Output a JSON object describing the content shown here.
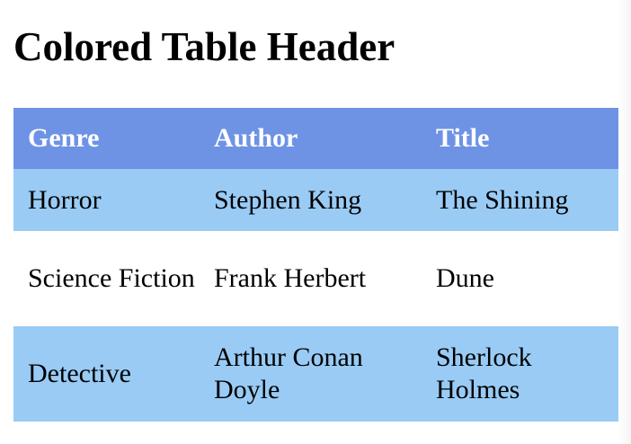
{
  "page": {
    "title": "Colored Table Header"
  },
  "table": {
    "headers": [
      "Genre",
      "Author",
      "Title"
    ],
    "rows": [
      {
        "genre": "Horror",
        "author": "Stephen King",
        "title": "The Shining"
      },
      {
        "genre": "Science Fiction",
        "author": "Frank Herbert",
        "title": "Dune"
      },
      {
        "genre": "Detective",
        "author": "Arthur Conan Doyle",
        "title": "Sherlock Holmes"
      }
    ]
  },
  "colors": {
    "header_background": "#6e93e5",
    "header_text": "#ffffff",
    "stripe_background": "#99cbf5",
    "plain_background": "#ffffff"
  }
}
